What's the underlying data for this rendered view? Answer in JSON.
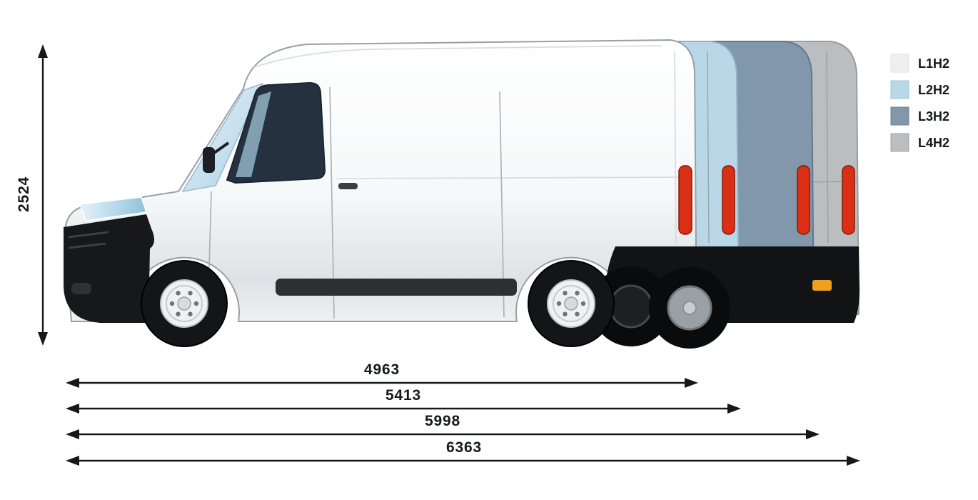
{
  "diagram": {
    "height_dimension": {
      "value": "2524"
    },
    "length_dimensions": [
      {
        "value": "4963"
      },
      {
        "value": "5413"
      },
      {
        "value": "5998"
      },
      {
        "value": "6363"
      }
    ],
    "legend": {
      "items": [
        {
          "label": "L1H2",
          "color": "#eef0f0"
        },
        {
          "label": "L2H2",
          "color": "#b9d7e7"
        },
        {
          "label": "L3H2",
          "color": "#8197ab"
        },
        {
          "label": "L4H2",
          "color": "#babec0"
        }
      ]
    },
    "colors": {
      "dimension_line": "#17181a",
      "taillight": "#d93015",
      "reflector": "#eba11d"
    }
  }
}
